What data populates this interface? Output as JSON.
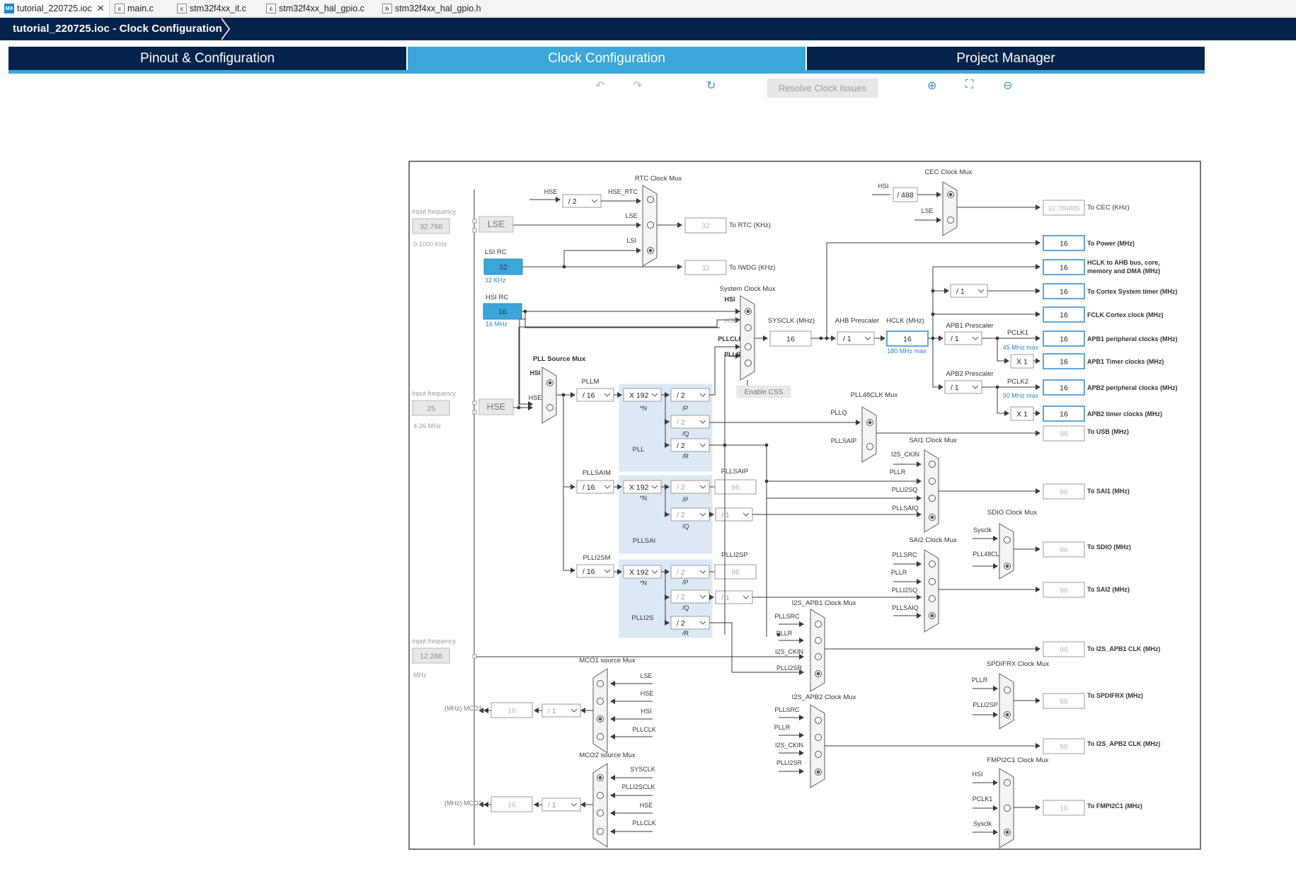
{
  "editor_tabs": [
    {
      "icon": "MX",
      "label": "tutorial_220725.ioc",
      "close": "✕"
    },
    {
      "icon": "c",
      "label": "main.c"
    },
    {
      "icon": "c",
      "label": "stm32f4xx_it.c"
    },
    {
      "icon": "c",
      "label": "stm32f4xx_hal_gpio.c"
    },
    {
      "icon": "h",
      "label": "stm32f4xx_hal_gpio.h"
    }
  ],
  "breadcrumb": "tutorial_220725.ioc - Clock Configuration",
  "main_tabs": [
    "Pinout & Configuration",
    "Clock Configuration",
    "Project Manager"
  ],
  "toolbar": {
    "undo": "↶",
    "redo": "↷",
    "reset": "↻",
    "resolve": "Resolve Clock Issues",
    "zoom_in": "⊕",
    "fit": "⛶",
    "zoom_out": "⊖"
  },
  "clock_tree": {
    "input_frequency_label": "Input frequency",
    "lse": {
      "input": "32.768",
      "range": "0-1000 KHz",
      "name": "LSE"
    },
    "lsi": {
      "name": "LSI RC",
      "value": "32",
      "unit": "32 KHz"
    },
    "hsi": {
      "name": "HSI RC",
      "value": "16",
      "unit": "16 MHz"
    },
    "hse": {
      "input": "25",
      "range": "4-26 MHz",
      "name": "HSE"
    },
    "i2s_ckin": {
      "input": "12.288",
      "unit": "MHz"
    },
    "rtc_mux": {
      "title": "RTC Clock Mux",
      "hse_div": "/ 2",
      "labels": [
        "HSE",
        "HSE_RTC",
        "LSE",
        "LSI"
      ],
      "out": "32",
      "out_label": "To RTC (KHz)"
    },
    "iwdg": {
      "out": "32",
      "out_label": "To IWDG (KHz)"
    },
    "cec_mux": {
      "title": "CEC Clock Mux",
      "hsi_div": "/ 488",
      "labels": [
        "HSI",
        "LSE"
      ],
      "out": "32.786885",
      "out_label": "To CEC (KHz)"
    },
    "sys_mux": {
      "title": "System Clock Mux",
      "labels": [
        "HSI",
        "HSE",
        "PLLCLK",
        "PLLR"
      ],
      "enable_css": "Enable CSS"
    },
    "sysclk": {
      "label": "SYSCLK (MHz)",
      "value": "16"
    },
    "ahb": {
      "label": "AHB Prescaler",
      "value": "/ 1"
    },
    "hclk": {
      "label": "HCLK (MHz)",
      "value": "16",
      "max": "180 MHz max"
    },
    "apb1": {
      "label": "APB1 Prescaler",
      "value": "/ 1",
      "pclk": "PCLK1",
      "max": "45 MHz max",
      "timer_mul": "X 1"
    },
    "apb2": {
      "label": "APB2 Prescaler",
      "value": "/ 1",
      "pclk": "PCLK2",
      "max": "90 MHz max",
      "timer_mul": "X 1"
    },
    "cortex_div": "/ 1",
    "outputs": [
      {
        "value": "16",
        "label": "To Power (MHz)"
      },
      {
        "value": "16",
        "label": "HCLK to AHB bus, core, memory and DMA (MHz)"
      },
      {
        "value": "16",
        "label": "To Cortex System timer (MHz)"
      },
      {
        "value": "16",
        "label": "FCLK Cortex clock (MHz)"
      },
      {
        "value": "16",
        "label": "APB1 peripheral clocks (MHz)"
      },
      {
        "value": "16",
        "label": "APB1 Timer clocks (MHz)"
      },
      {
        "value": "16",
        "label": "APB2 peripheral clocks (MHz)"
      },
      {
        "value": "16",
        "label": "APB2 timer clocks (MHz)"
      }
    ],
    "pll_source_mux": {
      "title": "PLL Source Mux",
      "labels": [
        "HSI",
        "HSE"
      ]
    },
    "pll": {
      "m_label": "PLLM",
      "m": "/ 16",
      "n": "X 192",
      "n_tag": "*N",
      "p": "/ 2",
      "p_tag": "/P",
      "q": "/ 2",
      "q_tag": "/Q",
      "r": "/ 2",
      "r_tag": "/R",
      "name": "PLL"
    },
    "pllsai": {
      "m_label": "PLLSAIM",
      "m": "/ 16",
      "n": "X 192",
      "n_tag": "*N",
      "p": "/ 2",
      "p_tag": "/P",
      "q": "/ 2",
      "q_tag": "/Q",
      "name": "PLLSAI",
      "p_label": "PLLSAIP",
      "p_out": "96",
      "q_div": "/ 1"
    },
    "plli2s": {
      "m_label": "PLLI2SM",
      "m": "/ 16",
      "n": "X 192",
      "n_tag": "*N",
      "p": "/ 2",
      "p_tag": "/P",
      "q": "/ 2",
      "q_tag": "/Q",
      "r": "/ 2",
      "r_tag": "/R",
      "name": "PLLI2S",
      "p_label": "PLLI2SP",
      "p_out": "96",
      "q_div": "/ 1"
    },
    "pll48_mux": {
      "title": "PLL48CLK Mux",
      "labels": [
        "PLLQ",
        "PLLSAIP"
      ],
      "out": "96",
      "out_label": "To USB (MHz)"
    },
    "sai1_mux": {
      "title": "SAI1 Clock Mux",
      "labels": [
        "I2S_CKIN",
        "PLLR",
        "PLLI2SQ",
        "PLLSAIQ"
      ],
      "out": "96",
      "out_label": "To SAI1 (MHz)"
    },
    "sdio_mux": {
      "title": "SDIO Clock Mux",
      "labels": [
        "Sysclk",
        "PLL48CLK"
      ],
      "out": "96",
      "out_label": "To SDIO (MHz)"
    },
    "sai2_mux": {
      "title": "SAI2 Clock Mux",
      "labels": [
        "PLLSRC",
        "PLLR",
        "PLLI2SQ",
        "PLLSAIQ"
      ],
      "out": "96",
      "out_label": "To SAI2 (MHz)"
    },
    "i2s_apb1_mux": {
      "title": "I2S_APB1 Clock Mux",
      "labels": [
        "PLLSRC",
        "PLLR",
        "I2S_CKIN",
        "PLLI2SR"
      ],
      "out": "96",
      "out_label": "To I2S_APB1 CLK (MHz)"
    },
    "i2s_apb2_mux": {
      "title": "I2S_APB2 Clock Mux",
      "labels": [
        "PLLSRC",
        "PLLR",
        "I2S_CKIN",
        "PLLI2SR"
      ],
      "out": "96",
      "out_label": "To I2S_APB2 CLK (MHz)"
    },
    "spdifrx_mux": {
      "title": "SPDIFRX Clock Mux",
      "labels": [
        "PLLR",
        "PLLI2SP"
      ],
      "out": "96",
      "out_label": "To SPDIFRX (MHz)"
    },
    "fmpi2c1_mux": {
      "title": "FMPI2C1 Clock Mux",
      "labels": [
        "HSI",
        "PCLK1",
        "Sysclk"
      ],
      "out": "16",
      "out_label": "To FMPI2C1 (MHz)"
    },
    "mco1": {
      "title": "MCO1 source Mux",
      "labels": [
        "LSE",
        "HSE",
        "HSI",
        "PLLCLK"
      ],
      "div": "/ 1",
      "value": "16",
      "out_label": "(MHz) MCO1"
    },
    "mco2": {
      "title": "MCO2 source Mux",
      "labels": [
        "SYSCLK",
        "PLLI2SCLK",
        "HSE",
        "PLLCLK"
      ],
      "div": "/ 1",
      "value": "16",
      "out_label": "(MHz) MCO2"
    }
  }
}
